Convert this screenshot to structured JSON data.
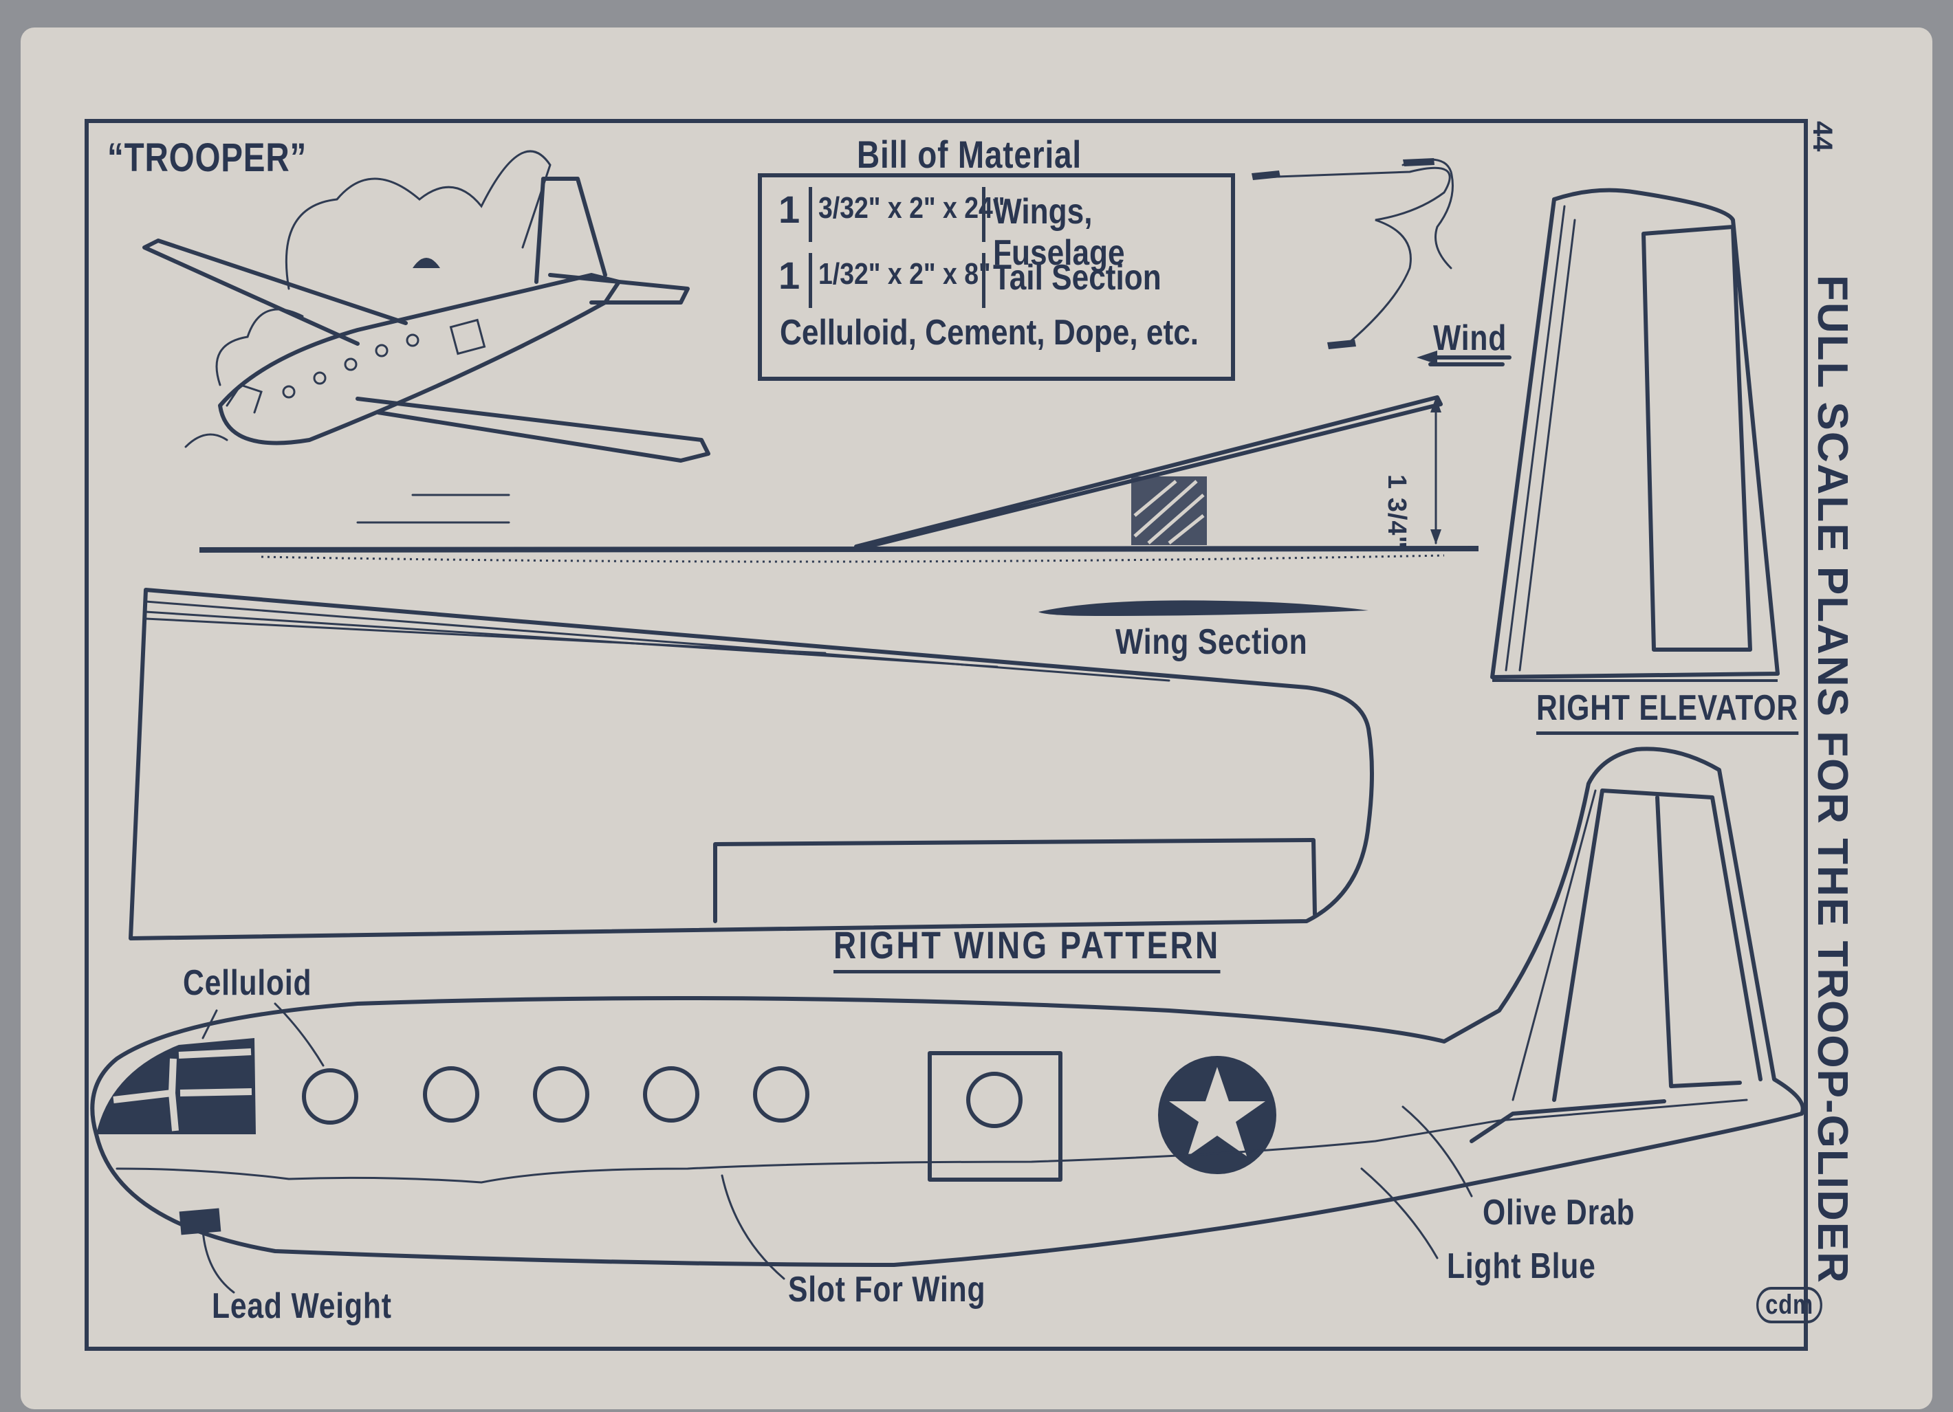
{
  "header": {
    "model_name": "“TROOPER”",
    "side_title": "FULL SCALE PLANS FOR THE TROOP-GLIDER",
    "page_number": "44"
  },
  "bill_of_material": {
    "title": "Bill of Material",
    "rows": [
      {
        "qty": "1",
        "size": "3/32\" x 2\" x 24\"",
        "use": "Wings, Fuselage"
      },
      {
        "qty": "1",
        "size": "1/32\" x 2\" x 8\"",
        "use": "Tail Section"
      }
    ],
    "misc": "Celluloid, Cement, Dope, etc."
  },
  "launch": {
    "wind_label": "Wind",
    "height_label": "1 3/4\""
  },
  "labels": {
    "wing_section": "Wing Section",
    "right_elevator": "RIGHT ELEVATOR",
    "right_wing_pattern": "RIGHT WING PATTERN",
    "celluloid": "Celluloid",
    "lead_weight": "Lead Weight",
    "slot_for_wing": "Slot For Wing",
    "olive_drab": "Olive Drab",
    "light_blue": "Light Blue",
    "signature": "cdm"
  },
  "colors": {
    "ink": "#2f3b52",
    "paper": "#d6d2cc"
  }
}
